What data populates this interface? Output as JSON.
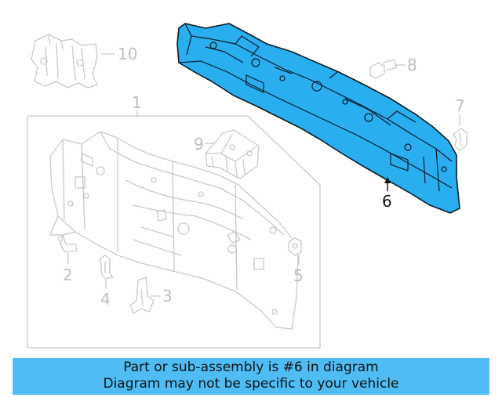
{
  "diagram": {
    "callouts": {
      "c1": "1",
      "c2": "2",
      "c3": "3",
      "c4": "4",
      "c5": "5",
      "c6": "6",
      "c7": "7",
      "c8": "8",
      "c9": "9",
      "c10": "10"
    },
    "highlighted_part": "6",
    "highlight_color": "#29aef0",
    "banner_color": "#4fbcf4"
  },
  "banner": {
    "line1": "Part or sub-assembly is #6 in diagram",
    "line2": "Diagram may not be specific to your vehicle"
  }
}
